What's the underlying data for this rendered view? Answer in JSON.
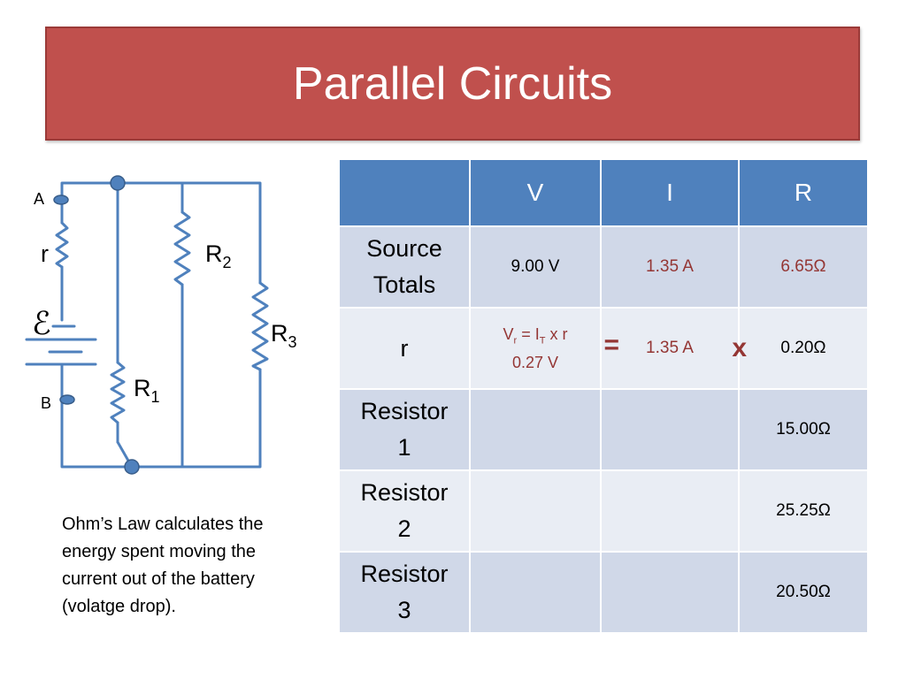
{
  "slide": {
    "title": "Parallel Circuits"
  },
  "circuit": {
    "node_a": "A",
    "node_b": "B",
    "internal_resistor": "r",
    "emf_symbol": "ℰ",
    "r1": {
      "letter": "R",
      "sub": "1"
    },
    "r2": {
      "letter": "R",
      "sub": "2"
    },
    "r3": {
      "letter": "R",
      "sub": "3"
    }
  },
  "caption": "Ohm’s Law calculates the energy spent moving the current out of the battery (volatge drop).",
  "table": {
    "headers": [
      "",
      "V",
      "I",
      "R"
    ],
    "rows": {
      "source_totals": {
        "label_line1": "Source",
        "label_line2": "Totals",
        "v": "9.00 V",
        "i": "1.35 A",
        "r": "6.65Ω"
      },
      "r": {
        "label": "r",
        "formula": {
          "vr_v": "V",
          "vr_sub": "r",
          "eq": " = I",
          "it_sub": "T",
          "tail": " x r",
          "result": "0.27 V"
        },
        "equals": "=",
        "i": "1.35 A",
        "times": "x",
        "r": "0.20Ω"
      },
      "resistor1": {
        "label_line1": "Resistor",
        "label_line2": "1",
        "v": "",
        "i": "",
        "r": "15.00Ω"
      },
      "resistor2": {
        "label_line1": "Resistor",
        "label_line2": "2",
        "v": "",
        "i": "",
        "r": "25.25Ω"
      },
      "resistor3": {
        "label_line1": "Resistor",
        "label_line2": "3",
        "v": "",
        "i": "",
        "r": "20.50Ω"
      }
    }
  },
  "colors": {
    "title_fill": "#c0504d",
    "table_header": "#4f81bd",
    "row_band_dark": "#d0d8e8",
    "row_band_light": "#e9edf4",
    "wire": "#4f81bd",
    "highlight_text": "#943634"
  }
}
